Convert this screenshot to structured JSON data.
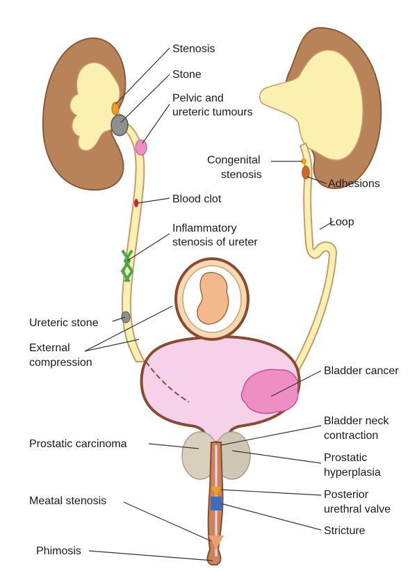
{
  "labels": {
    "stenosis": "Stenosis",
    "stone": "Stone",
    "pelvic_1": "Pelvic and",
    "pelvic_2": "ureteric tumours",
    "blood_clot": "Blood clot",
    "inflam_1": "Inflammatory",
    "inflam_2": "stenosis of ureter",
    "ureteric_stone": "Ureteric stone",
    "external_1": "External",
    "external_2": "compression",
    "congenital_1": "Congenital",
    "congenital_2": "stenosis",
    "adhesions": "Adhesions",
    "loop": "Loop",
    "bladder_cancer": "Bladder cancer",
    "bladder_neck_1": "Bladder neck",
    "bladder_neck_2": "contraction",
    "prostatic_carcinoma": "Prostatic carcinoma",
    "prostatic_hyper_1": "Prostatic",
    "prostatic_hyper_2": "hyperplasia",
    "posterior_1": "Posterior",
    "posterior_2": "urethral valve",
    "stricture": "Stricture",
    "meatal_stenosis": "Meatal stenosis",
    "phimosis": "Phimosis"
  },
  "colors": {
    "kidney": "#b9835a",
    "kidney_dark": "#8a5a36",
    "pelvis": "#fbf0b0",
    "ureter_wall": "#c69a6c",
    "bladder_fill": "#f6d2ea",
    "bladder_wall": "#8a4a32",
    "tumour": "#ef8ec3",
    "stone": "#8f8f8f",
    "clot": "#d4202a",
    "inflammation": "#4aa84a",
    "fetus": "#f3b98d",
    "prostate": "#cfc7b4",
    "valve": "#f0a020",
    "stricture": "#3a6fc0"
  }
}
